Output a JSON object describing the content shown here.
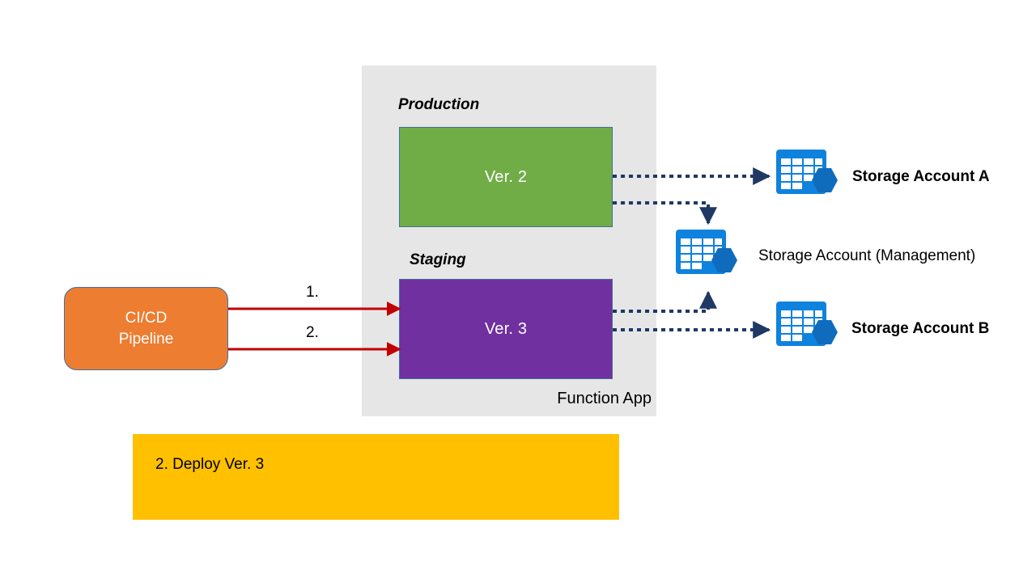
{
  "diagram": {
    "title_text_present": false,
    "function_app": {
      "label": "Function App",
      "background": "#E6E6E6",
      "slots": [
        {
          "heading": "Production",
          "box_label": "Ver. 2",
          "color": "#70AD47",
          "border_color": "#41719C"
        },
        {
          "heading": "Staging",
          "box_label": "Ver. 3",
          "color": "#7030A0",
          "border_color": "#41719C"
        }
      ]
    },
    "pipeline": {
      "line1": "CI/CD",
      "line2": "Pipeline",
      "color": "#ED7D31",
      "border_color": "#41719C"
    },
    "steps": [
      {
        "label": "1."
      },
      {
        "label": "2."
      }
    ],
    "note": {
      "text": "2. Deploy Ver. 3",
      "color": "#FFC000"
    },
    "storage_accounts": [
      {
        "id": "storage-a",
        "label": "Storage Account A",
        "bold": true,
        "icon": "storage-account-icon",
        "icon_color": "#0F82DE",
        "icon_accent": "#0F6CBD"
      },
      {
        "id": "storage-management",
        "label": "Storage Account (Management)",
        "bold": false,
        "icon": "storage-account-icon",
        "icon_color": "#0F82DE",
        "icon_accent": "#0F6CBD"
      },
      {
        "id": "storage-b",
        "label": "Storage Account B",
        "bold": true,
        "icon": "storage-account-icon",
        "icon_color": "#0F82DE",
        "icon_accent": "#0F6CBD"
      }
    ],
    "connectors": {
      "deploy_arrow_color": "#C00000",
      "data_arrow_color": "#1F3864",
      "data_arrow_style": "dotted"
    }
  }
}
